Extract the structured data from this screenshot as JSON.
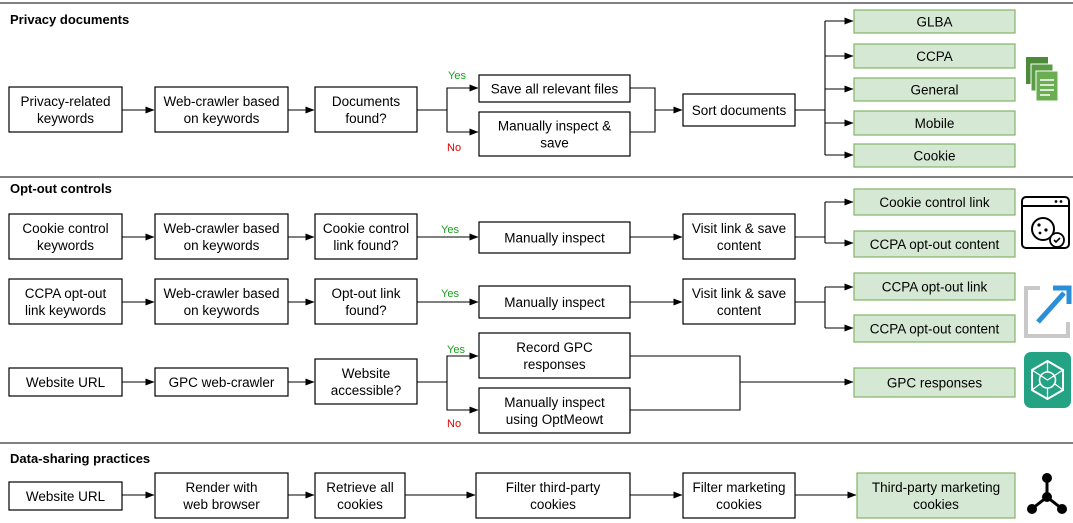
{
  "sections": {
    "privacy": "Privacy documents",
    "optout": "Opt-out controls",
    "sharing": "Data-sharing practices"
  },
  "labels": {
    "yes": "Yes",
    "no": "No"
  },
  "colors": {
    "green_fill": "#d5e8d4",
    "green_stroke": "#82b366",
    "yes": "#1a9e1a",
    "no": "#e00000"
  },
  "icons": [
    "stacked-documents-icon",
    "cookie-settings-icon",
    "external-link-icon",
    "gpc-network-icon",
    "share-graph-icon"
  ],
  "nodes": {
    "p1": [
      "Privacy-related",
      "keywords"
    ],
    "p2": [
      "Web-crawler based",
      "on keywords"
    ],
    "p3": [
      "Documents",
      "found?"
    ],
    "p4": [
      "Save all relevant files"
    ],
    "p5": [
      "Manually inspect &",
      "save"
    ],
    "p6": [
      "Sort documents"
    ],
    "g1": [
      "GLBA"
    ],
    "g2": [
      "CCPA"
    ],
    "g3": [
      "General"
    ],
    "g4": [
      "Mobile"
    ],
    "g5": [
      "Cookie"
    ],
    "c1": [
      "Cookie control",
      "keywords"
    ],
    "c2": [
      "Web-crawler based",
      "on keywords"
    ],
    "c3": [
      "Cookie control",
      "link found?"
    ],
    "c4": [
      "Manually inspect"
    ],
    "c5": [
      "Visit link & save",
      "content"
    ],
    "c6": [
      "Cookie control link"
    ],
    "c7": [
      "CCPA opt-out content"
    ],
    "o1": [
      "CCPA opt-out",
      "link keywords"
    ],
    "o2": [
      "Web-crawler based",
      "on keywords"
    ],
    "o3": [
      "Opt-out link",
      "found?"
    ],
    "o4": [
      "Manually inspect"
    ],
    "o5": [
      "Visit link & save",
      "content"
    ],
    "o6": [
      "CCPA opt-out link"
    ],
    "o7": [
      "CCPA opt-out content"
    ],
    "w1": [
      "Website URL"
    ],
    "w2": [
      "GPC web-crawler"
    ],
    "w3": [
      "Website",
      "accessible?"
    ],
    "w4": [
      "Record GPC",
      "responses"
    ],
    "w5": [
      "Manually inspect",
      "using OptMeowt"
    ],
    "w6": [
      "GPC responses"
    ],
    "d1": [
      "Website URL"
    ],
    "d2": [
      "Render with",
      "web browser"
    ],
    "d3": [
      "Retrieve all",
      "cookies"
    ],
    "d4": [
      "Filter third-party",
      "cookies"
    ],
    "d5": [
      "Filter marketing",
      "cookies"
    ],
    "d6": [
      "Third-party marketing",
      "cookies"
    ]
  }
}
